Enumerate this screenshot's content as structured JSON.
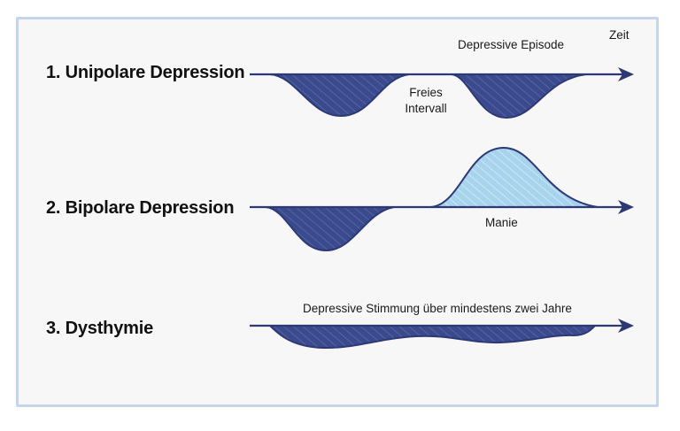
{
  "axis_label": "Zeit",
  "rows": [
    {
      "label": "1. Unipolare Depression"
    },
    {
      "label": "2. Bipolare Depression"
    },
    {
      "label": "3. Dysthymie"
    }
  ],
  "annotations": {
    "depressive_episode": "Depressive Episode",
    "free_interval_line1": "Freies",
    "free_interval_line2": "Intervall",
    "mania": "Manie",
    "dysthymia_note": "Depressive Stimmung über mindestens zwei Jahre"
  },
  "colors": {
    "depression_fill": "#3a4a8c",
    "depression_stroke": "#2c3975",
    "mania_fill": "#a8d3ec",
    "axis": "#2c3975",
    "frame_border": "#c4d6ec"
  }
}
